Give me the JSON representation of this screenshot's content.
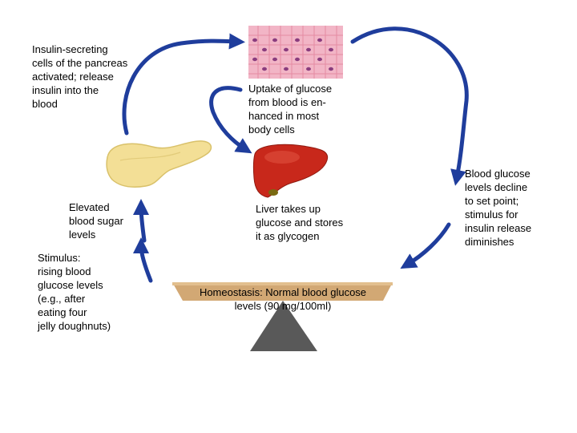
{
  "labels": {
    "insulin_secreting": "Insulin-secreting\ncells of the pancreas\nactivated; release\ninsulin into the\nblood",
    "uptake": "Uptake of glucose\nfrom blood is en-\nhanced in most\nbody cells",
    "elevated": "Elevated\nblood sugar\nlevels",
    "liver": "Liver takes up\nglucose and stores\nit as glycogen",
    "decline": "Blood glucose\nlevels decline\nto set point;\nstimulus for\ninsulin release\ndiminishes",
    "stimulus": "Stimulus:\nrising blood\nglucose levels\n(e.g., after\neating four\njelly doughnuts)",
    "homeostasis": "Homeostasis: Normal blood glucose\nlevels (90 mg/100ml)"
  },
  "colors": {
    "arrow": "#1f3d9c",
    "board": "#d2a874",
    "fulcrum": "#595959",
    "liver": "#c8281b",
    "pancreas": "#f3df96",
    "cells": "#f2b5c6"
  },
  "icons": [
    "body-cells-illustration",
    "pancreas-illustration",
    "liver-illustration",
    "balance-seesaw"
  ]
}
